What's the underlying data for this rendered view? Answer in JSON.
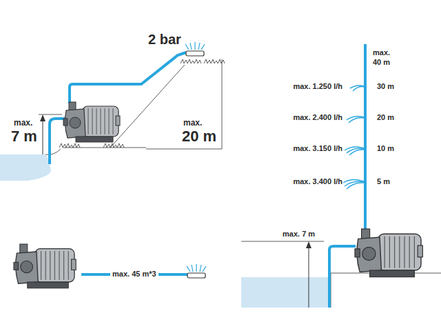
{
  "diagram": {
    "labels": [
      "2 bar",
      "max.",
      "7 m",
      "max.",
      "20 m",
      "max. 45 m*3",
      "max.",
      "40 m",
      "max. 1.250 l/h",
      "30 m",
      "max. 2.400 l/h",
      "20 m",
      "max. 3.150 l/h",
      "10 m",
      "max. 3.400 l/h",
      "5 m",
      "max. 7 m"
    ]
  }
}
